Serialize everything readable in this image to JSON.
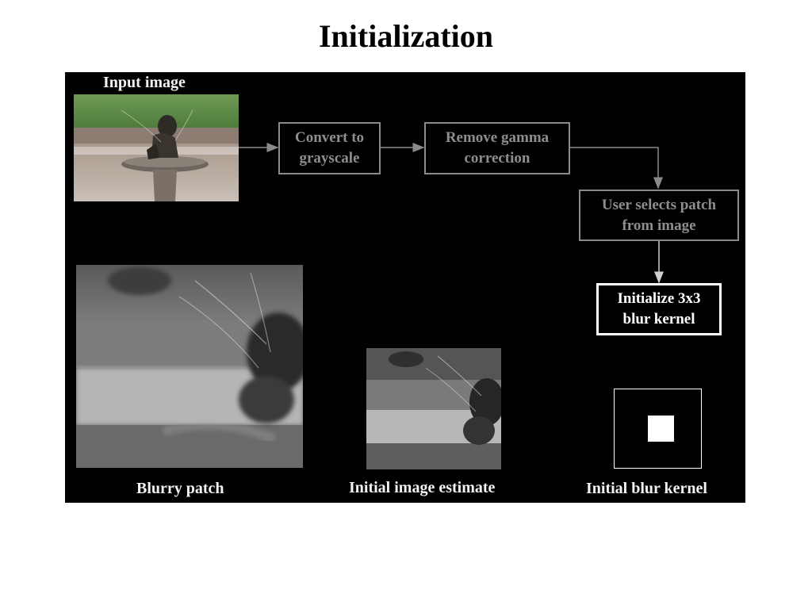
{
  "title": "Initialization",
  "captions": {
    "input_image": "Input image",
    "blurry_patch": "Blurry patch",
    "initial_image_estimate": "Initial image estimate",
    "initial_blur_kernel": "Initial blur kernel"
  },
  "steps": [
    {
      "label": "Convert to\ngrayscale"
    },
    {
      "label": "Remove gamma\ncorrection"
    },
    {
      "label": "User selects patch\nfrom image"
    },
    {
      "label": "Initialize 3x3\nblur kernel"
    }
  ],
  "colors": {
    "panel_bg": "#000000",
    "inactive_step": "#8a8a8a",
    "active_step": "#ffffff"
  }
}
